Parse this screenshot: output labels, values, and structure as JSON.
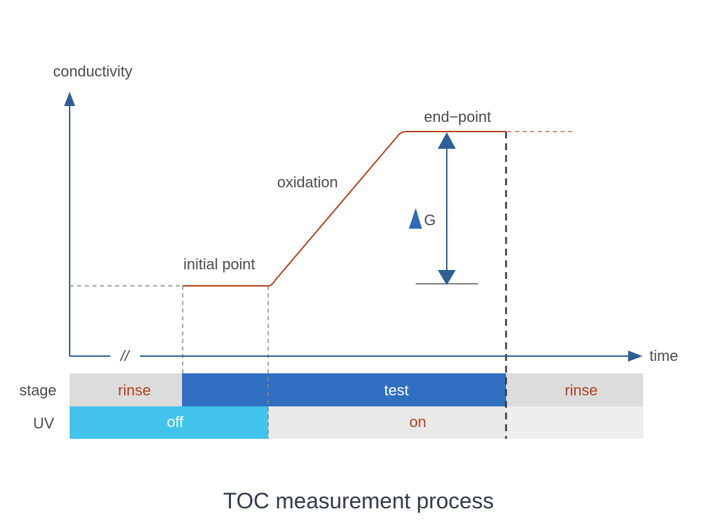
{
  "axes": {
    "y_label": "conductivity",
    "x_label": "time",
    "break_mark": "//"
  },
  "annotations": {
    "initial_point": "initial point",
    "oxidation": "oxidation",
    "end_point": "end−point",
    "delta_g": "G"
  },
  "rows": {
    "stage_label": "stage",
    "uv_label": "UV",
    "stage_segments": [
      "rinse",
      "test",
      "rinse"
    ],
    "uv_segments": [
      "off",
      "on"
    ]
  },
  "caption": "TOC measurement process",
  "colors": {
    "curve": "#b5401c",
    "axis": "#2e5f96",
    "test_bar": "#2f6ec1",
    "uv_off": "#41c3ec",
    "rinse_bg": "#dcdcdc",
    "uv_on_bg": "#e9e9e9",
    "label_red": "#b5401c"
  }
}
